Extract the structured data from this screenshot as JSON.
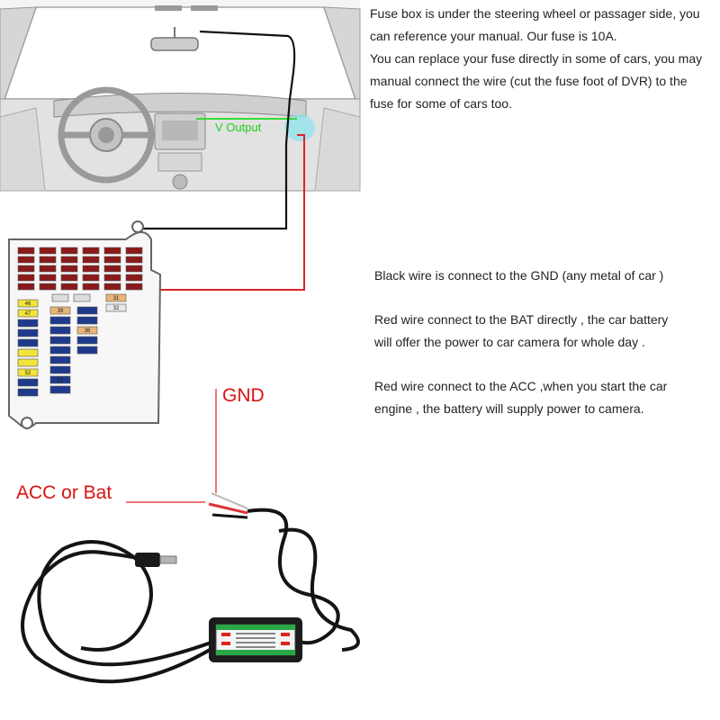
{
  "notes_top": [
    "Fuse box is under the steering wheel or passager side, you",
    "can reference your manual. Our fuse is 10A.",
    "You can replace your fuse directly in some of cars, you may",
    "manual connect the wire (cut the fuse foot of DVR) to the",
    "fuse for some of cars too."
  ],
  "notes_right": {
    "black_wire": "Black wire is connect to the GND (any metal of  car )",
    "red_bat_1": "Red wire connect to the BAT directly , the car battery",
    "red_bat_2": "will offer the power to car camera for whole day .",
    "red_acc_1": "Red wire connect to the ACC ,when you start the car",
    "red_acc_2": "engine , the battery will supply power to camera."
  },
  "labels": {
    "v_output": "V Output",
    "gnd": "GND",
    "acc_or_bat": "ACC or Bat"
  },
  "fuse_numbers": [
    "31",
    "32",
    "36",
    "39",
    "46",
    "47",
    "52",
    "53"
  ],
  "colors": {
    "red_wire": "#dd2222",
    "black_wire": "#111111",
    "green_line": "#33dd33",
    "fuse_blue": "#1f3a8c",
    "fuse_yellow": "#f2e43a",
    "fuse_tan": "#e8b678",
    "fuse_red": "#8b1a1a",
    "text": "#222222"
  }
}
